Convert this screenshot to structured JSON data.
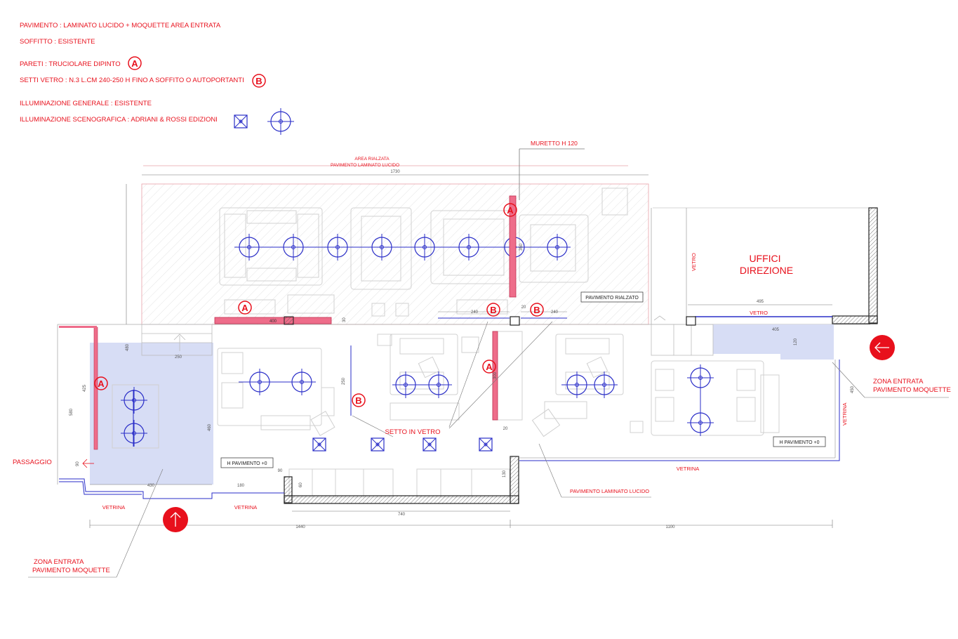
{
  "legend": {
    "pavimento": "PAVIMENTO : LAMINATO LUCIDO + MOQUETTE AREA ENTRATA",
    "soffitto": "SOFFITTO : ESISTENTE",
    "pareti": "PARETI : TRUCIOLARE DIPINTO",
    "pareti_symbol": "A",
    "setti": "SETTI VETRO : N.3 L.CM 240-250  H FINO A SOFFITO O AUTOPORTANTI",
    "setti_symbol": "B",
    "illum_generale": "ILLUMINAZIONE GENERALE : ESISTENTE",
    "illum_scenografica": "ILLUMINAZIONE SCENOGRAFICA : ADRIANI & ROSSI EDIZIONI"
  },
  "labels": {
    "area_rialzata_1": "AREA RIALZATA",
    "area_rialzata_2": "PAVIMENTO LAMINATO LUCIDO",
    "muretto": "MURETTO H 120",
    "uffici_1": "UFFICI",
    "uffici_2": "DIREZIONE",
    "pavimento_rialzato": "PAVIMENTO RIALZATO",
    "vetro_vertical": "VETRO",
    "vetro_horizontal": "VETRO",
    "zona_entrata_right_1": "ZONA ENTRATA",
    "zona_entrata_right_2": "PAVIMENTO MOQUETTE",
    "zona_entrata_left_1": "ZONA ENTRATA",
    "zona_entrata_left_2": "PAVIMENTO MOQUETTE",
    "setto_in_vetro": "SETTO IN VETRO",
    "h_pavimento_left": "H PAVIMENTO +0",
    "h_pavimento_right": "H PAVIMENTO +0",
    "passaggio": "PASSAGGIO",
    "vetrina_1": "VETRINA",
    "vetrina_2": "VETRINA",
    "vetrina_3": "VETRINA",
    "vetrina_right": "VETRINA",
    "pavimento_laminato": "PAVIMENTO LAMINATO LUCIDO"
  },
  "markers": {
    "a": "A",
    "b": "B"
  },
  "dimensions": {
    "d1730": "1730",
    "d480": "480",
    "d400": "400",
    "d30": "30",
    "d240a": "240",
    "d20a": "20",
    "d240b": "240",
    "d350": "350",
    "d495": "495",
    "d405": "405",
    "d120": "120",
    "d450": "450",
    "d250a": "250",
    "d250b": "250",
    "d300": "300",
    "d20b": "20",
    "d425": "425",
    "d580": "580",
    "d460": "460",
    "d90a": "90",
    "d90b": "90",
    "d60": "60",
    "d130": "130",
    "d430": "430",
    "d180": "180",
    "d740": "740",
    "d1440": "1440",
    "d1100": "1100"
  },
  "colors": {
    "accent_red": "#e8101c",
    "wall_pink": "#ee6d8a",
    "light_blue": "#d7ddf5",
    "blue_symbol": "#2a2ec8",
    "furniture": "#cfcfcf",
    "dim_line": "#6f6f6f"
  },
  "icons": {
    "arrow_up": "entrance-arrow-up-icon",
    "arrow_left": "entrance-arrow-left-icon",
    "square_light": "ceiling-square-light-icon",
    "round_light": "round-spotlight-icon"
  }
}
